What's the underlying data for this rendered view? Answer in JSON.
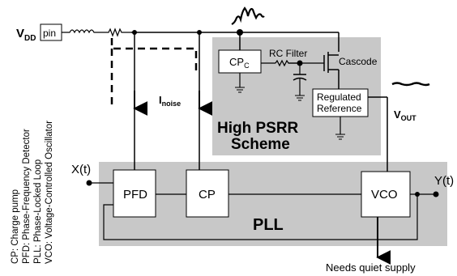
{
  "diagram": {
    "supply": {
      "main": "V",
      "sub": "DD"
    },
    "pin_label": "pin",
    "noise_current": {
      "main": "I",
      "sub": "noise"
    },
    "psrr_block": {
      "title_line1": "High PSRR",
      "title_line2": "Scheme",
      "cp": {
        "main": "CP",
        "sub": "C"
      },
      "rc_filter": "RC Filter",
      "cascode": "Cascode",
      "regulated_line1": "Regulated",
      "regulated_line2": "Reference"
    },
    "vout": {
      "main": "V",
      "sub": "OUT"
    },
    "pll_block": {
      "title": "PLL",
      "pfd": "PFD",
      "cp": "CP",
      "vco": "VCO"
    },
    "input": "X(t)",
    "output": "Y(t)",
    "needs_quiet": "Needs quiet supply",
    "legend": [
      "CP: Charge pump",
      "PFD: Phase-Frequency Detector",
      "PLL: Phase-Locked Loop",
      "VCO: Voltage-Controlled Oscillator"
    ]
  },
  "colors": {
    "block_fill": "#c8c8c8",
    "box_fill": "#ffffff",
    "line": "#000000"
  }
}
